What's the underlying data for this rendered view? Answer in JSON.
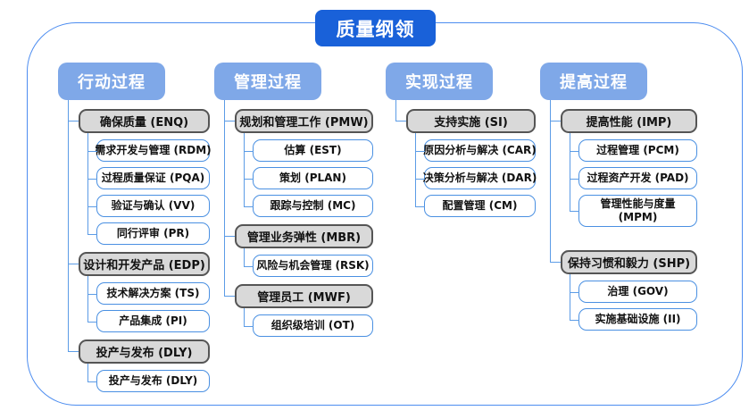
{
  "title": "质量纲领",
  "colors": {
    "title_bg": "#1961d9",
    "header_bg": "#7fa8e8",
    "group_bg": "#d9d9d9",
    "group_border": "#555555",
    "child_border": "#4a90e2",
    "line": "#5c9ce6",
    "frame_border": "#4d8df0"
  },
  "columns": [
    {
      "header": "行动过程",
      "groups": [
        {
          "label": "确保质量 (ENQ)",
          "children": [
            "需求开发与管理 (RDM)",
            "过程质量保证 (PQA)",
            "验证与确认 (VV)",
            "同行评审 (PR)"
          ]
        },
        {
          "label": "设计和开发产品 (EDP)",
          "children": [
            "技术解决方案 (TS)",
            "产品集成 (PI)"
          ]
        },
        {
          "label": "投产与发布 (DLY)",
          "children": [
            "投产与发布 (DLY)"
          ]
        }
      ]
    },
    {
      "header": "管理过程",
      "groups": [
        {
          "label": "规划和管理工作 (PMW)",
          "children": [
            "估算 (EST)",
            "策划 (PLAN)",
            "跟踪与控制 (MC)"
          ]
        },
        {
          "label": "管理业务弹性 (MBR)",
          "children": [
            "风险与机会管理 (RSK)"
          ]
        },
        {
          "label": "管理员工 (MWF)",
          "children": [
            "组织级培训 (OT)"
          ]
        }
      ]
    },
    {
      "header": "实现过程",
      "groups": [
        {
          "label": "支持实施 (SI)",
          "children": [
            "原因分析与解决 (CAR)",
            "决策分析与解决 (DAR)",
            "配置管理 (CM)"
          ]
        }
      ]
    },
    {
      "header": "提高过程",
      "groups": [
        {
          "label": "提高性能 (IMP)",
          "children": [
            "过程管理 (PCM)",
            "过程资产开发 (PAD)",
            "管理性能与度量\n(MPM)"
          ]
        },
        {
          "label": "保持习惯和毅力 (SHP)",
          "children": [
            "治理 (GOV)",
            "实施基础设施 (II)"
          ]
        }
      ]
    }
  ]
}
